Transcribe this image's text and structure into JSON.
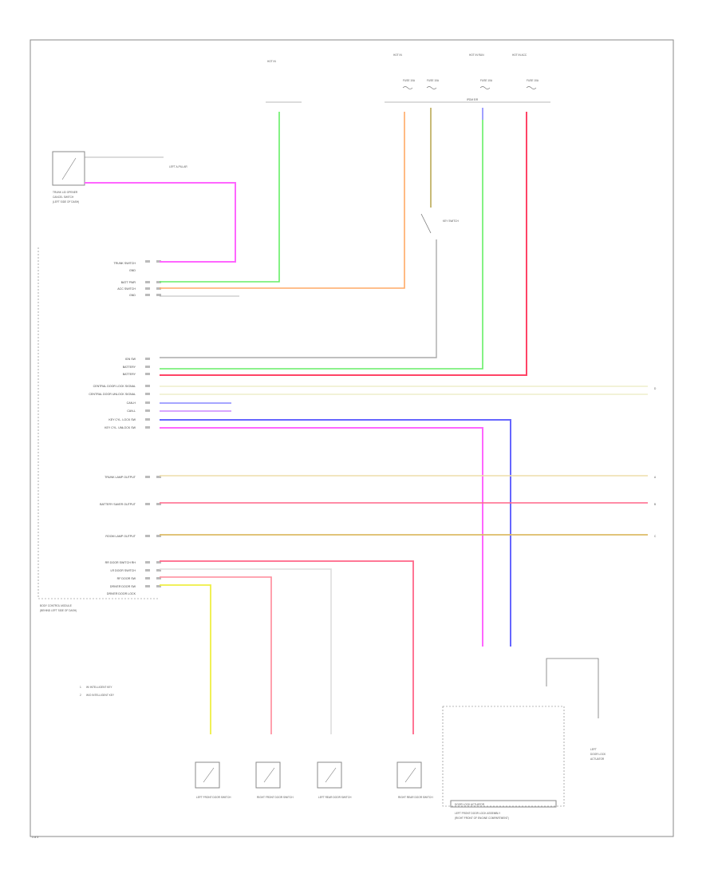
{
  "diagram": {
    "bcm_label_lines": [
      "BODY CONTROL MODULE",
      "(BEHIND LEFT SIDE OF DASH)"
    ],
    "ipdm_label_lines": [
      "IPDM E/R",
      "(RIGHT FRONT OF ENGINE COMPARTMENT)"
    ],
    "fuse_labels": [
      "FUSE 10A",
      "FUSE 10A",
      "FUSE 10A",
      "FUSE 10A"
    ],
    "key_switch_label": "KEY SWITCH",
    "power_mirror_label_lines": [
      "TRUNK LID OPENER",
      "CANCEL SWITCH",
      "(LEFT SIDE OF DASH)"
    ],
    "bcm_pins_top": [
      "TRUNK SWITCH",
      "GND",
      "BATT PWR",
      "ACC SWITCH",
      "GND"
    ],
    "bcm_pins_mid": [
      "IGN SW",
      "BATTERY",
      "BATTERY",
      "CENTRAL DOOR LOCK SIGNAL",
      "CENTRAL DOOR UNLOCK SIGNAL",
      "CAN-H",
      "CAN-L",
      "KEY CYL. LOCK SW",
      "KEY CYL. UNLOCK SW"
    ],
    "bcm_pins_outputs": [
      "TRUNK LAMP OUTPUT",
      "BATTERY SAVER OUTPUT",
      "ROOM LAMP OUTPUT"
    ],
    "bcm_pins_bottom": [
      "RR DOOR SWITCH RH",
      "LR DOOR SWITCH",
      "RF DOOR SW",
      "DRIVER DOOR SW",
      "DRIVER DOOR LOCK"
    ],
    "legend_items": [
      "W/ INTELLIGENT KEY",
      "W/O INTELLIGENT KEY"
    ],
    "door_switch_labels": [
      "LEFT FRONT DOOR SWITCH",
      "RIGHT FRONT DOOR SWITCH",
      "LEFT REAR DOOR SWITCH",
      "RIGHT REAR DOOR SWITCH"
    ],
    "lock_actuator_label": "DOOR LOCK ACTUATOR",
    "lock_assembly_label": "LEFT FRONT DOOR LOCK ASSEMBLY",
    "right_component_label_lines": [
      "LEFT",
      "DOOR LOCK",
      "ACTUATOR"
    ],
    "footer_code": "1 of 3"
  }
}
